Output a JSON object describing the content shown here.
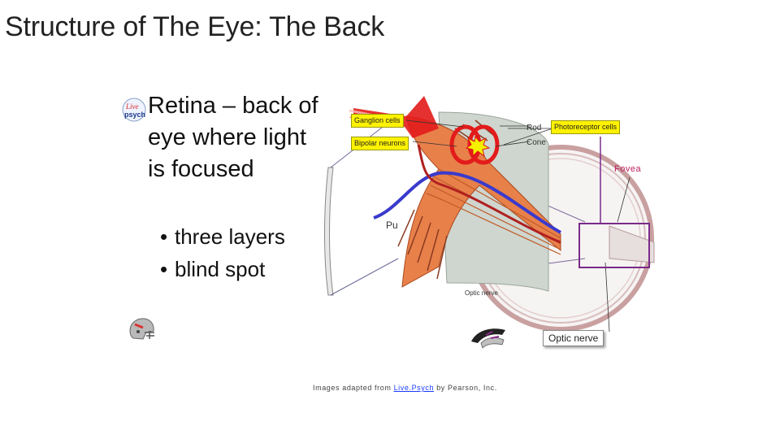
{
  "slide": {
    "title": "Structure of The Eye: The Back",
    "main_bullet": "Retina – back of eye where light is focused",
    "sub_bullets": [
      "three layers",
      "blind spot"
    ],
    "bullet_marker": "•"
  },
  "diagram": {
    "callouts": {
      "ganglion": "Ganglion cells",
      "bipolar": "Bipolar neurons",
      "photoreceptor": "Photoreceptor cells"
    },
    "labels": {
      "rod": "Rod",
      "cone": "Cone",
      "fovea": "Fovea",
      "pupil": "Pu",
      "optic_nerve_small": "Optic nerve",
      "optic_nerve": "Optic nerve"
    },
    "colors": {
      "retina_orange": "#e8804a",
      "highlight_red": "#e31b1b",
      "callout_yellow": "#fff200",
      "optic_blue": "#3a3acc",
      "fovea_pink": "#c02060",
      "fovea_box": "#7a2a8a"
    }
  },
  "credit": {
    "prefix": "Images adapted from",
    "link": "Live.Psych",
    "suffix": "by Pearson, Inc."
  },
  "icons": [
    "livepsych-logo-icon",
    "football-helmet-icon",
    "audio-waveform-icon"
  ]
}
